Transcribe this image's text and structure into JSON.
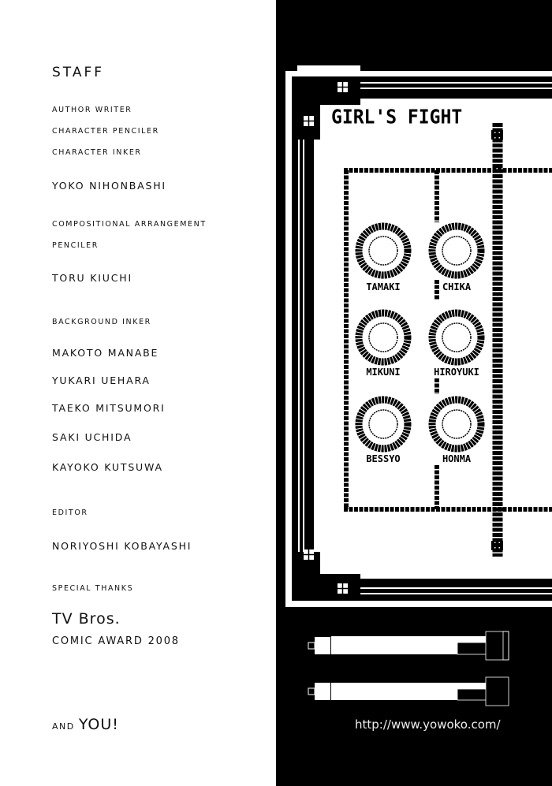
{
  "staff": {
    "heading": "STAFF",
    "sections": [
      {
        "roles": [
          "AUTHOR WRITER",
          "CHARACTER PENCILER",
          "CHARACTER INKER"
        ],
        "names": [
          "YOKO NIHONBASHI"
        ]
      },
      {
        "roles": [
          "COMPOSITIONAL ARRANGEMENT",
          "PENCILER"
        ],
        "names": [
          "TORU KIUCHI"
        ]
      },
      {
        "roles": [
          "BACKGROUND INKER"
        ],
        "names": [
          "MAKOTO MANABE",
          "YUKARI UEHARA",
          "TAEKO MITSUMORI",
          "SAKI UCHIDA",
          "KAYOKO KUTSUWA"
        ]
      },
      {
        "roles": [
          "EDITOR"
        ],
        "names": [
          "NORIYOSHI KOBAYASHI"
        ]
      },
      {
        "roles": [
          "SPECIAL THANKS"
        ],
        "names": []
      }
    ],
    "thanks_main": "TV Bros.",
    "thanks_sub": "COMIC AWARD 2008",
    "and_label": "AND",
    "you_label": "YOU!"
  },
  "artwork": {
    "title": "GIRL'S FIGHT",
    "characters": [
      "TAMAKI",
      "CHIKA",
      "MIKUNI",
      "HIROYUKI",
      "BESSYO",
      "HONMA"
    ],
    "url": "http://www.yowoko.com/"
  }
}
